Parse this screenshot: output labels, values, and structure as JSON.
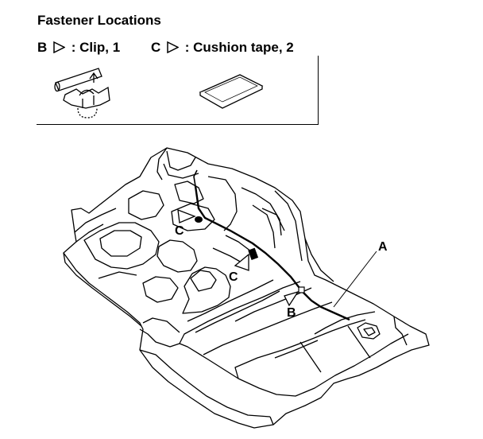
{
  "title": "Fastener Locations",
  "legend": [
    {
      "letter": "B",
      "name": "Clip",
      "qty": "1"
    },
    {
      "letter": "C",
      "name": "Cushion tape",
      "qty": "2"
    }
  ],
  "callouts": {
    "a": "A",
    "b": "B",
    "c1": "C",
    "c2": "C"
  },
  "icons": {
    "pointer": "triangle-pointer-icon",
    "clip": "clip-icon",
    "tape": "cushion-tape-icon"
  }
}
